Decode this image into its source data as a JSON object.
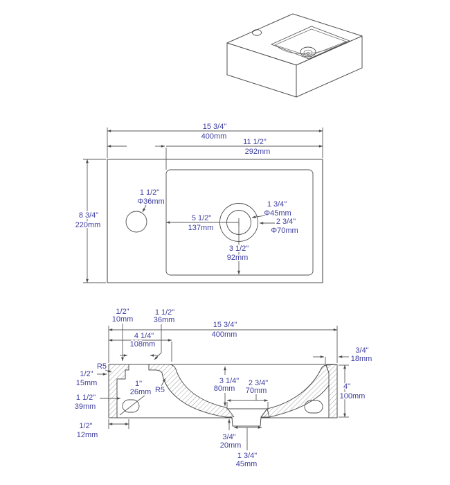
{
  "drawing": {
    "title": "sink-dimension-drawing",
    "line_color": "#4d4d4d",
    "dim_text_color": "#3e3e9f",
    "background": "#ffffff"
  },
  "plan": {
    "overall_width": {
      "in": "15 3/4\"",
      "mm": "400mm"
    },
    "basin_width": {
      "in": "11 1/2\"",
      "mm": "292mm"
    },
    "overall_depth": {
      "in": "8 3/4\"",
      "mm": "220mm"
    },
    "faucet_hole": {
      "in": "1 1/2\"",
      "mm": "Φ36mm"
    },
    "drain_offset": {
      "in": "5 1/2\"",
      "mm": "137mm"
    },
    "drain_inner": {
      "in": "1 3/4\"",
      "mm": "Φ45mm"
    },
    "drain_outer": {
      "in": "2 3/4\"",
      "mm": "Φ70mm"
    },
    "drain_to_front": {
      "in": "3 1/2\"",
      "mm": "92mm"
    }
  },
  "section": {
    "deck_thickness": {
      "in": "1/2\"",
      "mm": "10mm"
    },
    "faucet_hole": {
      "in": "1 1/2\"",
      "mm": "36mm"
    },
    "overall_width": {
      "in": "15 3/4\"",
      "mm": "400mm"
    },
    "basin_start": {
      "in": "4 1/4\"",
      "mm": "108mm"
    },
    "rim_width": {
      "in": "3/4\"",
      "mm": "18mm"
    },
    "radius_top": "R5",
    "wall_thickness": {
      "in": "1/2\"",
      "mm": "15mm"
    },
    "mount_slot": {
      "in": "1\"",
      "mm": "26mm"
    },
    "radius_bowl": "R5",
    "slot_depth": {
      "in": "1 1/2\"",
      "mm": "39mm"
    },
    "bottom_lip": {
      "in": "1/2\"",
      "mm": "12mm"
    },
    "bowl_depth": {
      "in": "3 1/4\"",
      "mm": "80mm"
    },
    "drain_seat": {
      "in": "2 3/4\"",
      "mm": "70mm"
    },
    "overall_height": {
      "in": "4\"",
      "mm": "100mm"
    },
    "drain_gap": {
      "in": "3/4\"",
      "mm": "20mm"
    },
    "drain_outlet": {
      "in": "1 3/4\"",
      "mm": "45mm"
    }
  }
}
